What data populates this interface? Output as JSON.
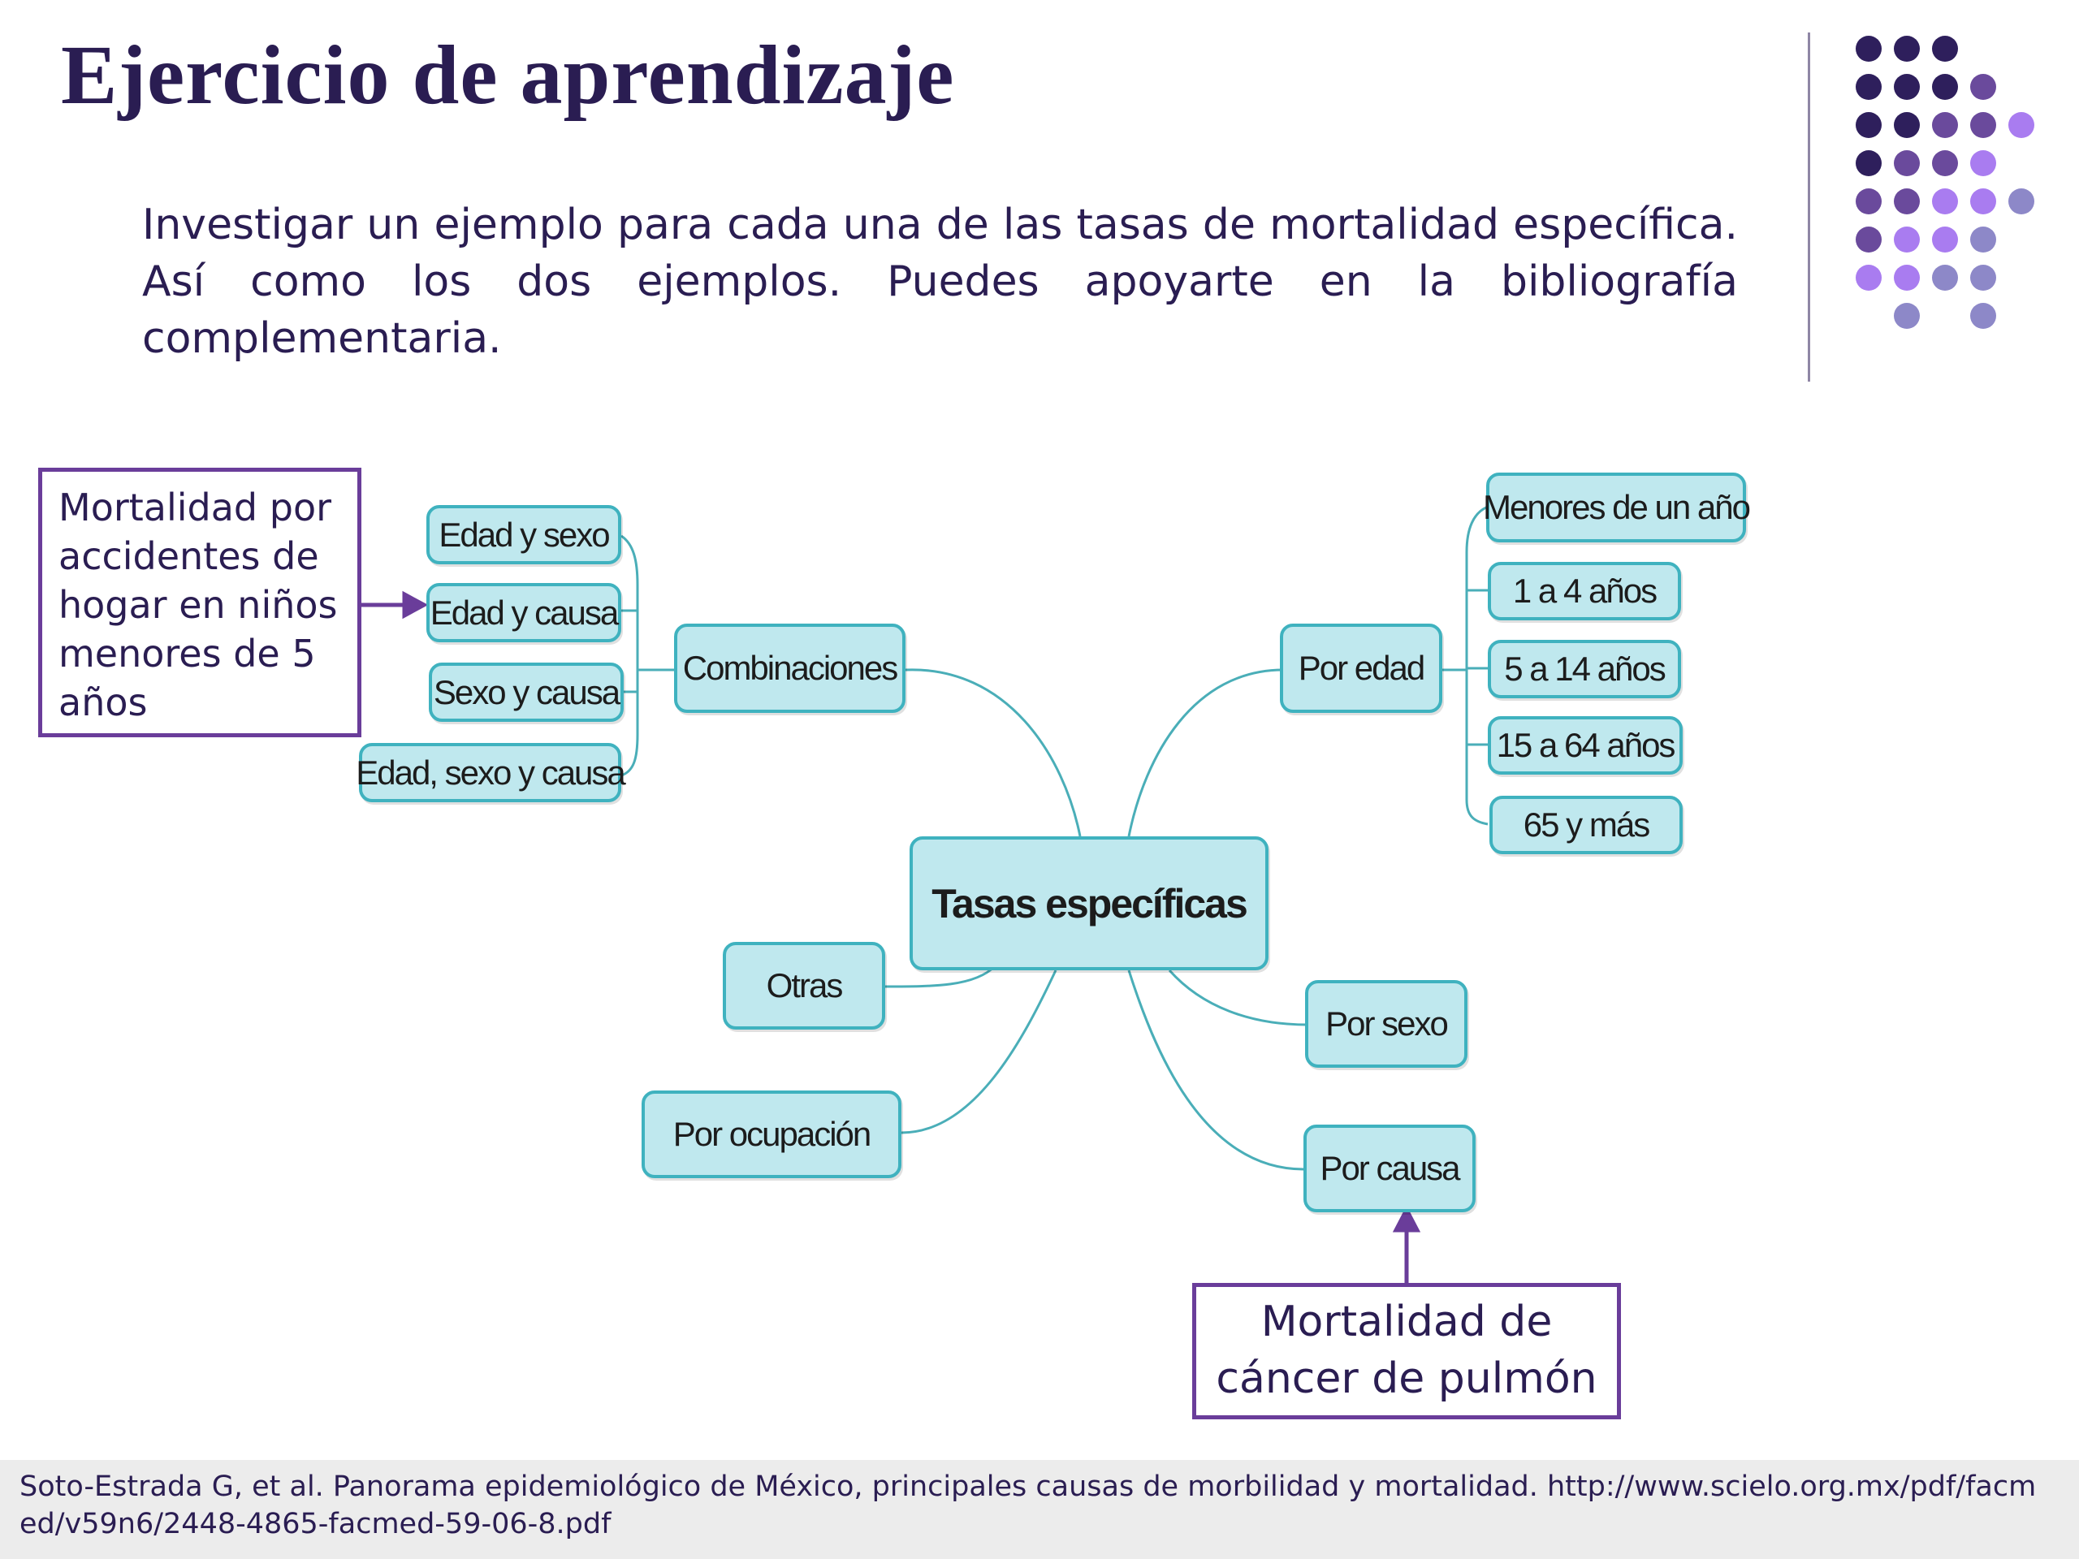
{
  "slide": {
    "title": "Ejercicio de aprendizaje",
    "instructions": "Investigar un ejemplo para cada una de las tasas de mortalidad específica.  Así como los dos ejemplos. Puedes apoyarte en la bibliografía complementaria."
  },
  "colors": {
    "title_text": "#2a1d52",
    "node_fill": "#bfe8ee",
    "node_border": "#3fb2bf",
    "connector": "#4aaeb8",
    "callout_border": "#6a3d9a",
    "dot_palette": [
      "#2e1f5c",
      "#6a4a9c",
      "#a97cf0",
      "#8d88c8"
    ]
  },
  "mindmap": {
    "center": "Tasas específicas",
    "branches": {
      "combinaciones": {
        "label": "Combinaciones",
        "children": [
          "Edad y sexo",
          "Edad y causa",
          "Sexo y causa",
          "Edad, sexo y causa"
        ]
      },
      "por_edad": {
        "label": "Por edad",
        "children": [
          "Menores de un año",
          "1 a 4 años",
          "5 a 14 años",
          "15 a 64 años",
          "65 y más"
        ]
      },
      "otras": "Otras",
      "por_ocupacion": "Por ocupación",
      "por_sexo": "Por sexo",
      "por_causa": "Por causa"
    }
  },
  "callouts": {
    "left": "Mortalidad por accidentes de hogar en niños menores de 5 años",
    "bottom": "Mortalidad de cáncer de pulmón"
  },
  "footer": {
    "citation": "Soto-Estrada G, et al. Panorama epidemiológico de México, principales causas de morbilidad y mortalidad. http://www.scielo.org.mx/pdf/facmed/v59n6/2448-4865-facmed-59-06-8.pdf"
  }
}
